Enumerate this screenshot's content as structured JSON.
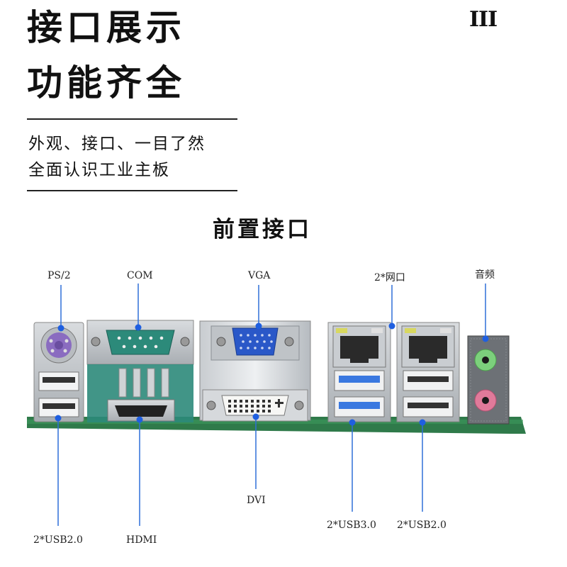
{
  "heading": {
    "line1": "接口展示",
    "line2": "功能齐全",
    "roman_mark": "III"
  },
  "subtitle": {
    "line1": "外观、接口、一目了然",
    "line2": "全面认识工业主板"
  },
  "section_title": "前置接口",
  "callouts": {
    "ps2": "PS/2",
    "com": "COM",
    "vga": "VGA",
    "lan": "2*网口",
    "audio": "音频",
    "usb2_left": "2*USB2.0",
    "hdmi": "HDMI",
    "dvi": "DVI",
    "usb3": "2*USB3.0",
    "usb2_right": "2*USB2.0"
  },
  "colors": {
    "leader": "#2f6fd8",
    "dot": "#1f5fe0",
    "pcb": "#2f7a4a",
    "vga_body": "#2a58c8",
    "com_body": "#2c8a7a",
    "usb3_blue": "#3a78e0",
    "ps2_purple": "#8a6cc0",
    "audio_green": "#7cd07c",
    "audio_pink": "#e07a9a"
  }
}
